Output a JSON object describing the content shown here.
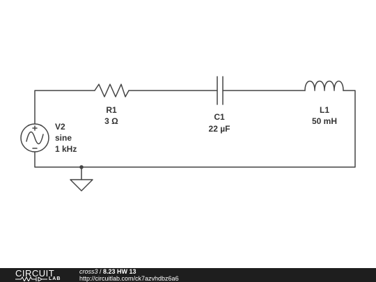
{
  "circuit": {
    "source": {
      "ref": "V2",
      "type": "sine",
      "freq": "1 kHz"
    },
    "resistor": {
      "ref": "R1",
      "value": "3 Ω"
    },
    "capacitor": {
      "ref": "C1",
      "value": "22 µF"
    },
    "inductor": {
      "ref": "L1",
      "value": "50 mH"
    }
  },
  "footer": {
    "logo_circuit": "CIRCUIT",
    "logo_lab": "LAB",
    "user": "cross3",
    "separator": " / ",
    "title": "8.23 HW 13",
    "url": "http://circuitlab.com/ck7azvhdbz6a6"
  },
  "colors": {
    "wire": "#444444",
    "text": "#333333",
    "footer_bg": "#1e1e1e"
  }
}
